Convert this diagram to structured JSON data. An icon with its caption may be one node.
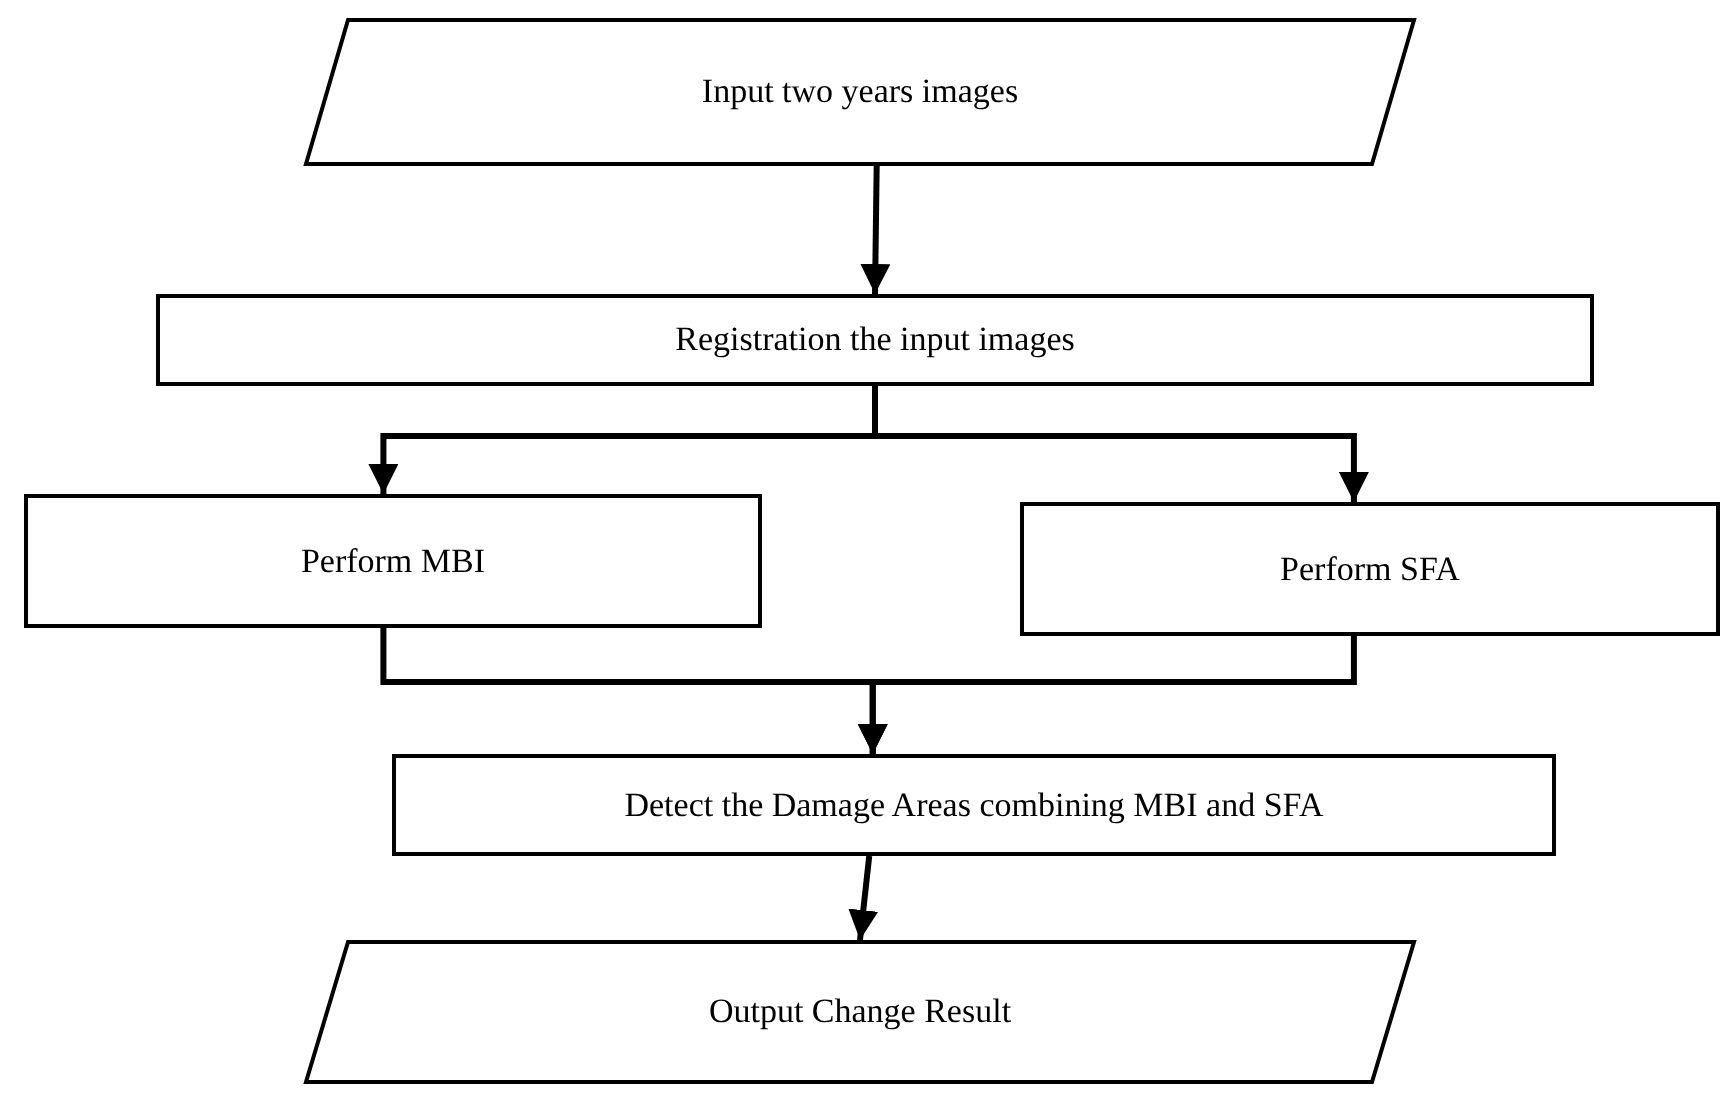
{
  "diagram": {
    "nodes": [
      {
        "text": [
          "Input two years images"
        ]
      },
      {
        "text": [
          "Registration the input images"
        ]
      },
      {
        "text": [
          "Perform MBI"
        ]
      },
      {
        "text": [
          "Perform SFA"
        ]
      },
      {
        "text": [
          "Detect the Damage Areas combining MBI and SFA"
        ]
      },
      {
        "text": [
          "Output Change Result"
        ]
      }
    ],
    "edges": [
      {
        "from": 0,
        "to": 1,
        "arrow": "to"
      },
      {
        "from": 1,
        "to": 2,
        "arrow": "to"
      },
      {
        "from": 1,
        "to": 3,
        "arrow": "to"
      },
      {
        "from": 2,
        "to": 4,
        "arrow": "to"
      },
      {
        "from": 3,
        "to": 4,
        "arrow": "to"
      },
      {
        "from": 4,
        "to": 5,
        "arrow": "to"
      }
    ]
  }
}
